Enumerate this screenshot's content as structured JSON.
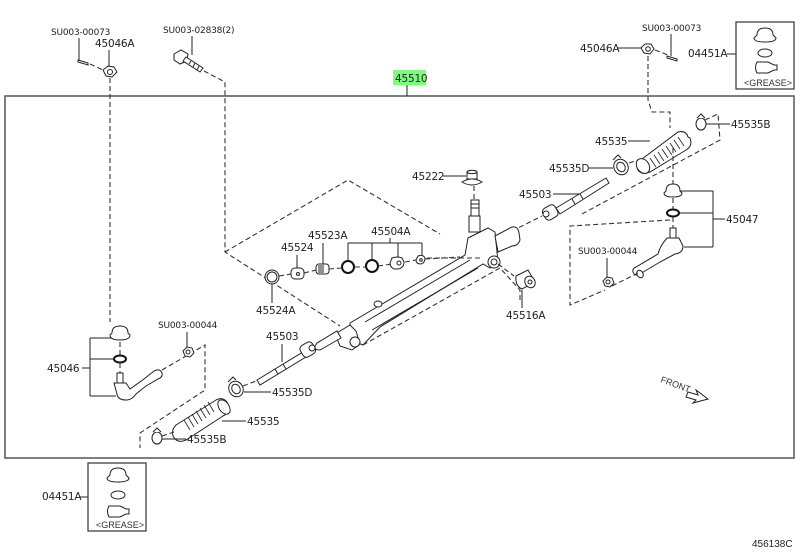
{
  "diagram": {
    "title_part": "45510",
    "highlight_color": "#7dfc7d",
    "reference_code": "456138C",
    "direction_label": "FRONT",
    "labels": {
      "bolt_top_left": "SU003-00073",
      "nut_top_left": "45046A",
      "bolt_mount": "SU003-02838(2)",
      "nut_top_right": "45046A",
      "bolt_top_right": "SU003-00073",
      "kit_top_right": "04451A",
      "clip_right": "45535B",
      "boot_right": "45535",
      "clamp_right": "45535D",
      "pinion_cover": "45222",
      "tie_rod_right": "45503",
      "tie_rod_end_right": "45047",
      "nut_right": "SU003-00044",
      "bushing_right": "45516A",
      "rack_guide_set": "45504A",
      "rack_guide_spring_cap": "45523A",
      "rack_guide": "45524",
      "o_ring_guide": "45524A",
      "tie_rod_end_left": "45046",
      "nut_left": "SU003-00044",
      "tie_rod_left": "45503",
      "clamp_left": "45535D",
      "boot_left": "45535",
      "clip_left": "45535B",
      "kit_bottom_left": "04451A"
    },
    "kits": {
      "top_right": {
        "caption": "<GREASE>"
      },
      "bottom_left": {
        "caption": "<GREASE>"
      }
    }
  }
}
